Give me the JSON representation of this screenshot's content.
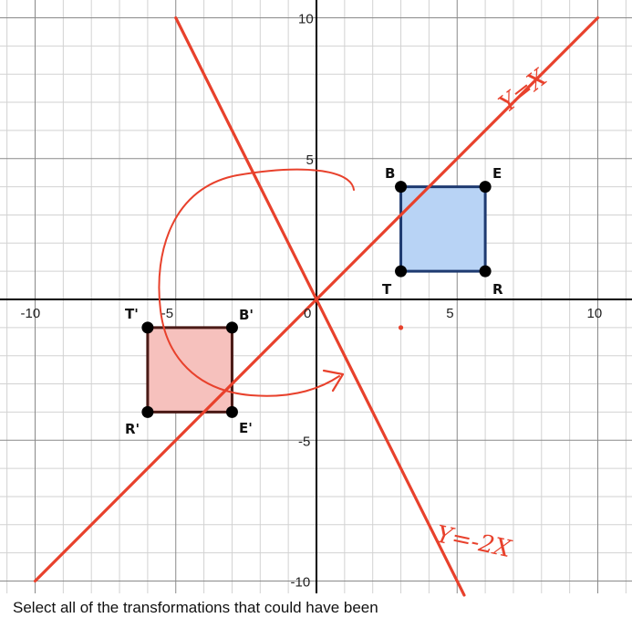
{
  "question": "Select all of the transformations that could have been",
  "chart_data": {
    "type": "coordinate-plane",
    "xlim": [
      -11,
      11
    ],
    "ylim": [
      -10.5,
      10.5
    ],
    "grid": true,
    "x_tick_labels": [
      "-10",
      "-5",
      "0",
      "5",
      "10"
    ],
    "y_tick_labels": [
      "10",
      "5",
      "-5",
      "-10"
    ],
    "lines": [
      {
        "label": "Y=X",
        "slope": 1,
        "intercept": 0,
        "color": "#e8412c"
      },
      {
        "label": "Y=-2X",
        "slope": -2,
        "intercept": 0,
        "color": "#e8412c"
      }
    ],
    "shapes": [
      {
        "name": "original",
        "fill": "#b8d3f5",
        "stroke": "#1e3a70",
        "vertices": [
          {
            "label": "B",
            "x": 3,
            "y": 4
          },
          {
            "label": "E",
            "x": 6,
            "y": 4
          },
          {
            "label": "R",
            "x": 6,
            "y": 1
          },
          {
            "label": "T",
            "x": 3,
            "y": 1
          }
        ]
      },
      {
        "name": "image",
        "fill": "#f6c1bd",
        "stroke": "#4a1a16",
        "vertices": [
          {
            "label": "B'",
            "x": -3,
            "y": -1
          },
          {
            "label": "E'",
            "x": -3,
            "y": -4
          },
          {
            "label": "R'",
            "x": -6,
            "y": -4
          },
          {
            "label": "T'",
            "x": -6,
            "y": -1
          }
        ]
      }
    ],
    "marks": [
      {
        "x": 3,
        "y": -1
      }
    ]
  }
}
